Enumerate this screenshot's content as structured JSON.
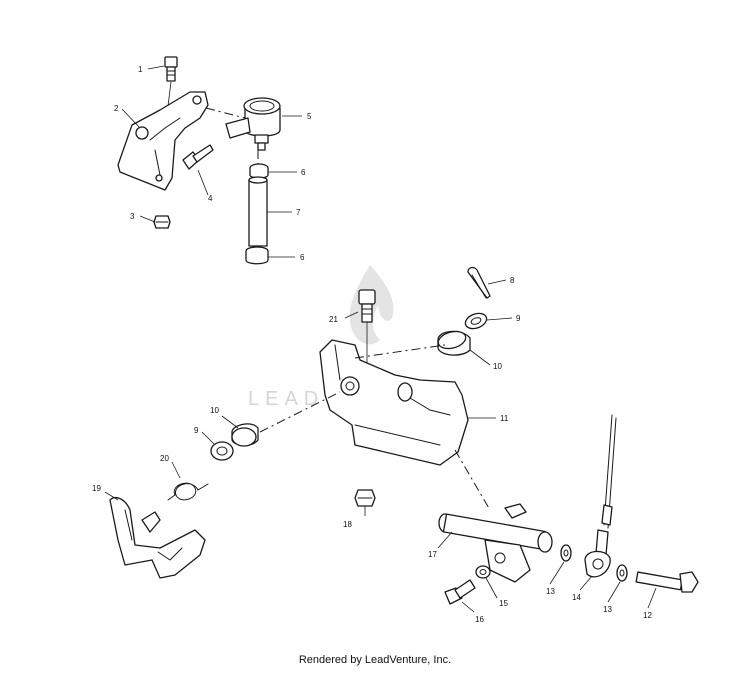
{
  "diagram": {
    "callouts": [
      "1",
      "2",
      "3",
      "4",
      "5",
      "6",
      "6",
      "7",
      "8",
      "9",
      "10",
      "9",
      "10",
      "11",
      "12",
      "13",
      "13",
      "14",
      "15",
      "16",
      "17",
      "18",
      "19",
      "20",
      "21"
    ],
    "watermark": "LEADVENTURE"
  },
  "footer": {
    "text": "Rendered by LeadVenture, Inc."
  }
}
